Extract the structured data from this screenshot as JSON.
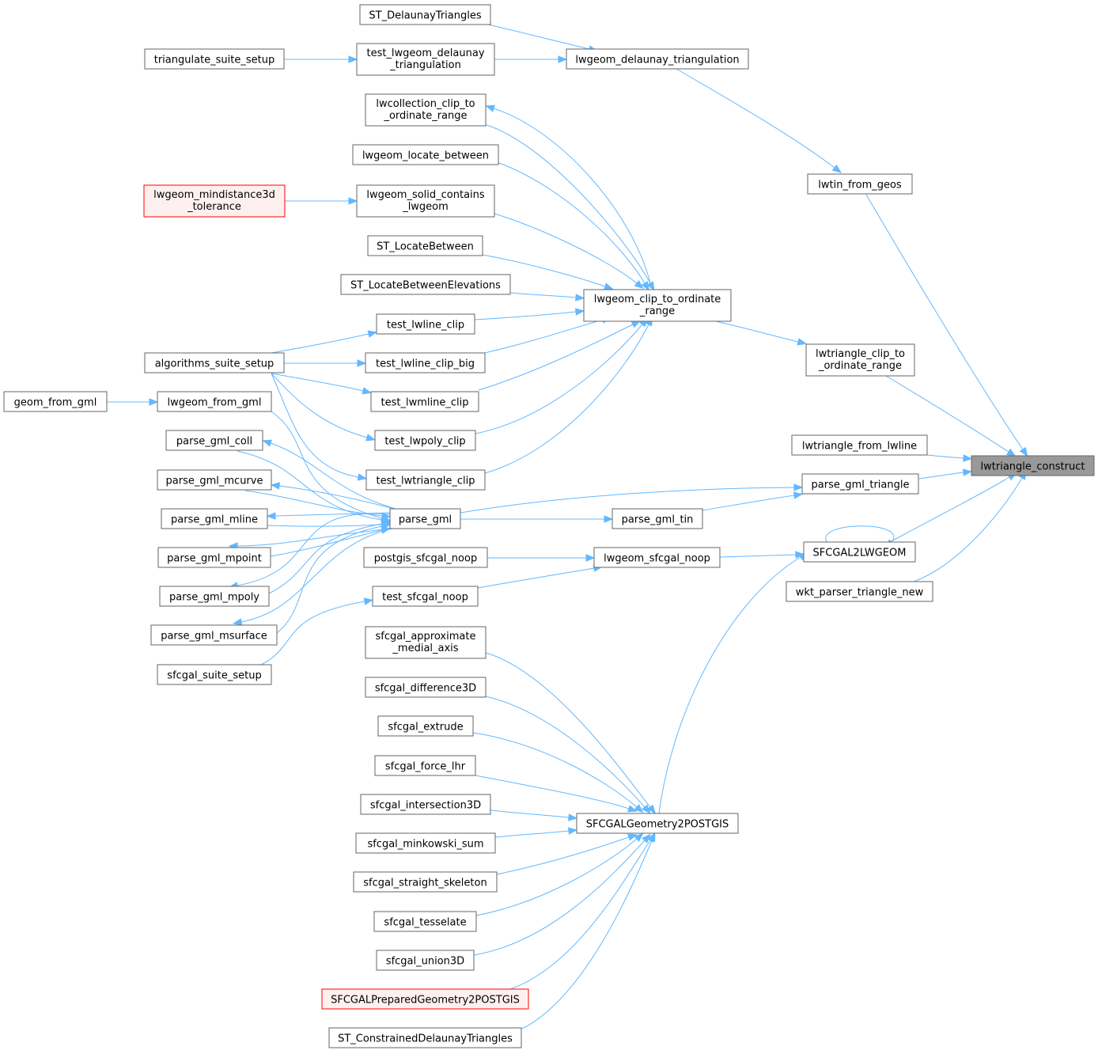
{
  "nodes": [
    {
      "id": "root",
      "label": "lwtriangle_construct",
      "style": "root"
    },
    {
      "id": "st_delaunay",
      "label": "ST_DelaunayTriangles"
    },
    {
      "id": "tri_suite",
      "label": "triangulate_suite_setup"
    },
    {
      "id": "test_delaunay",
      "label": "test_lwgeom_delaunay\n_triangulation"
    },
    {
      "id": "lwgeom_delaunay",
      "label": "lwgeom_delaunay_triangulation"
    },
    {
      "id": "lwcoll_clip",
      "label": "lwcollection_clip_to\n_ordinate_range"
    },
    {
      "id": "lwgeom_locate",
      "label": "lwgeom_locate_between"
    },
    {
      "id": "lwtin_geos",
      "label": "lwtin_from_geos"
    },
    {
      "id": "mindist",
      "label": "lwgeom_mindistance3d\n_tolerance",
      "style": "red"
    },
    {
      "id": "solid_contains",
      "label": "lwgeom_solid_contains\n_lwgeom"
    },
    {
      "id": "st_locate",
      "label": "ST_LocateBetween"
    },
    {
      "id": "st_locate_elev",
      "label": "ST_LocateBetweenElevations"
    },
    {
      "id": "clip_ord",
      "label": "lwgeom_clip_to_ordinate\n_range"
    },
    {
      "id": "test_lwline_clip",
      "label": "test_lwline_clip"
    },
    {
      "id": "alg_suite",
      "label": "algorithms_suite_setup"
    },
    {
      "id": "test_lwline_clip_big",
      "label": "test_lwline_clip_big"
    },
    {
      "id": "tri_clip",
      "label": "lwtriangle_clip_to\n_ordinate_range"
    },
    {
      "id": "geom_from_gml",
      "label": "geom_from_gml"
    },
    {
      "id": "lwgeom_from_gml",
      "label": "lwgeom_from_gml"
    },
    {
      "id": "test_lwmline_clip",
      "label": "test_lwmline_clip"
    },
    {
      "id": "parse_gml_coll",
      "label": "parse_gml_coll"
    },
    {
      "id": "test_lwpoly_clip",
      "label": "test_lwpoly_clip"
    },
    {
      "id": "tri_from_lwline",
      "label": "lwtriangle_from_lwline"
    },
    {
      "id": "parse_gml_mcurve",
      "label": "parse_gml_mcurve"
    },
    {
      "id": "test_lwtri_clip",
      "label": "test_lwtriangle_clip"
    },
    {
      "id": "parse_gml_triangle",
      "label": "parse_gml_triangle"
    },
    {
      "id": "parse_gml_mline",
      "label": "parse_gml_mline"
    },
    {
      "id": "parse_gml",
      "label": "parse_gml"
    },
    {
      "id": "parse_gml_tin",
      "label": "parse_gml_tin"
    },
    {
      "id": "parse_gml_mpoint",
      "label": "parse_gml_mpoint"
    },
    {
      "id": "pg_sfcgal_noop",
      "label": "postgis_sfcgal_noop"
    },
    {
      "id": "lwgeom_sfcgal_noop",
      "label": "lwgeom_sfcgal_noop"
    },
    {
      "id": "sfcgal2lwgeom",
      "label": "SFCGAL2LWGEOM"
    },
    {
      "id": "wkt_tri",
      "label": "wkt_parser_triangle_new"
    },
    {
      "id": "parse_gml_mpoly",
      "label": "parse_gml_mpoly"
    },
    {
      "id": "test_sfcgal_noop",
      "label": "test_sfcgal_noop"
    },
    {
      "id": "parse_gml_msurface",
      "label": "parse_gml_msurface"
    },
    {
      "id": "sfcgal_medial",
      "label": "sfcgal_approximate\n_medial_axis"
    },
    {
      "id": "sfcgal_suite",
      "label": "sfcgal_suite_setup"
    },
    {
      "id": "sfcgal_diff",
      "label": "sfcgal_difference3D"
    },
    {
      "id": "sfcgal_extrude",
      "label": "sfcgal_extrude"
    },
    {
      "id": "sfcgal_lhr",
      "label": "sfcgal_force_lhr"
    },
    {
      "id": "sfcgal_inter",
      "label": "sfcgal_intersection3D"
    },
    {
      "id": "sfcgal2postgis",
      "label": "SFCGALGeometry2POSTGIS"
    },
    {
      "id": "sfcgal_mink",
      "label": "sfcgal_minkowski_sum"
    },
    {
      "id": "sfcgal_skel",
      "label": "sfcgal_straight_skeleton"
    },
    {
      "id": "sfcgal_tess",
      "label": "sfcgal_tesselate"
    },
    {
      "id": "sfcgal_union",
      "label": "sfcgal_union3D"
    },
    {
      "id": "sfcgal_prep",
      "label": "SFCGALPreparedGeometry2POSTGIS",
      "style": "red"
    },
    {
      "id": "st_cdt",
      "label": "ST_ConstrainedDelaunayTriangles"
    }
  ],
  "edges": [
    {
      "from": "st_delaunay",
      "to": "lwgeom_delaunay"
    },
    {
      "from": "tri_suite",
      "to": "test_delaunay"
    },
    {
      "from": "test_delaunay",
      "to": "lwgeom_delaunay"
    },
    {
      "from": "lwgeom_delaunay",
      "to": "lwtin_geos"
    },
    {
      "from": "lwtin_geos",
      "to": "root"
    },
    {
      "from": "lwcoll_clip",
      "to": "clip_ord"
    },
    {
      "from": "clip_ord",
      "to": "lwcoll_clip"
    },
    {
      "from": "lwgeom_locate",
      "to": "clip_ord"
    },
    {
      "from": "mindist",
      "to": "solid_contains"
    },
    {
      "from": "solid_contains",
      "to": "clip_ord"
    },
    {
      "from": "st_locate",
      "to": "clip_ord"
    },
    {
      "from": "st_locate_elev",
      "to": "clip_ord"
    },
    {
      "from": "test_lwline_clip",
      "to": "clip_ord"
    },
    {
      "from": "test_lwline_clip_big",
      "to": "clip_ord"
    },
    {
      "from": "test_lwmline_clip",
      "to": "clip_ord"
    },
    {
      "from": "test_lwpoly_clip",
      "to": "clip_ord"
    },
    {
      "from": "test_lwtri_clip",
      "to": "clip_ord"
    },
    {
      "from": "alg_suite",
      "to": "test_lwline_clip"
    },
    {
      "from": "alg_suite",
      "to": "test_lwline_clip_big"
    },
    {
      "from": "alg_suite",
      "to": "test_lwmline_clip"
    },
    {
      "from": "alg_suite",
      "to": "test_lwpoly_clip"
    },
    {
      "from": "alg_suite",
      "to": "test_lwtri_clip"
    },
    {
      "from": "clip_ord",
      "to": "tri_clip"
    },
    {
      "from": "tri_clip",
      "to": "root"
    },
    {
      "from": "geom_from_gml",
      "to": "lwgeom_from_gml"
    },
    {
      "from": "lwgeom_from_gml",
      "to": "parse_gml"
    },
    {
      "from": "parse_gml_coll",
      "to": "parse_gml"
    },
    {
      "from": "parse_gml",
      "to": "parse_gml_coll"
    },
    {
      "from": "parse_gml_mcurve",
      "to": "parse_gml"
    },
    {
      "from": "parse_gml",
      "to": "parse_gml_mcurve"
    },
    {
      "from": "parse_gml_mline",
      "to": "parse_gml"
    },
    {
      "from": "parse_gml",
      "to": "parse_gml_mline"
    },
    {
      "from": "parse_gml_mpoint",
      "to": "parse_gml"
    },
    {
      "from": "parse_gml",
      "to": "parse_gml_mpoint"
    },
    {
      "from": "parse_gml_mpoly",
      "to": "parse_gml"
    },
    {
      "from": "parse_gml",
      "to": "parse_gml_mpoly"
    },
    {
      "from": "parse_gml_msurface",
      "to": "parse_gml"
    },
    {
      "from": "parse_gml",
      "to": "parse_gml_msurface"
    },
    {
      "from": "parse_gml",
      "to": "parse_gml_triangle"
    },
    {
      "from": "parse_gml",
      "to": "parse_gml_tin"
    },
    {
      "from": "parse_gml_tin",
      "to": "parse_gml_triangle"
    },
    {
      "from": "tri_from_lwline",
      "to": "root"
    },
    {
      "from": "parse_gml_triangle",
      "to": "root"
    },
    {
      "from": "sfcgal2lwgeom",
      "to": "root"
    },
    {
      "from": "sfcgal2lwgeom",
      "to": "sfcgal2lwgeom"
    },
    {
      "from": "wkt_tri",
      "to": "root"
    },
    {
      "from": "pg_sfcgal_noop",
      "to": "lwgeom_sfcgal_noop"
    },
    {
      "from": "test_sfcgal_noop",
      "to": "lwgeom_sfcgal_noop"
    },
    {
      "from": "sfcgal_suite",
      "to": "test_sfcgal_noop"
    },
    {
      "from": "lwgeom_sfcgal_noop",
      "to": "sfcgal2lwgeom"
    },
    {
      "from": "sfcgal2postgis",
      "to": "sfcgal2lwgeom"
    },
    {
      "from": "sfcgal_medial",
      "to": "sfcgal2postgis"
    },
    {
      "from": "sfcgal_diff",
      "to": "sfcgal2postgis"
    },
    {
      "from": "sfcgal_extrude",
      "to": "sfcgal2postgis"
    },
    {
      "from": "sfcgal_lhr",
      "to": "sfcgal2postgis"
    },
    {
      "from": "sfcgal_inter",
      "to": "sfcgal2postgis"
    },
    {
      "from": "sfcgal_mink",
      "to": "sfcgal2postgis"
    },
    {
      "from": "sfcgal_skel",
      "to": "sfcgal2postgis"
    },
    {
      "from": "sfcgal_tess",
      "to": "sfcgal2postgis"
    },
    {
      "from": "sfcgal_union",
      "to": "sfcgal2postgis"
    },
    {
      "from": "sfcgal_prep",
      "to": "sfcgal2postgis"
    },
    {
      "from": "st_cdt",
      "to": "sfcgal2postgis"
    }
  ]
}
